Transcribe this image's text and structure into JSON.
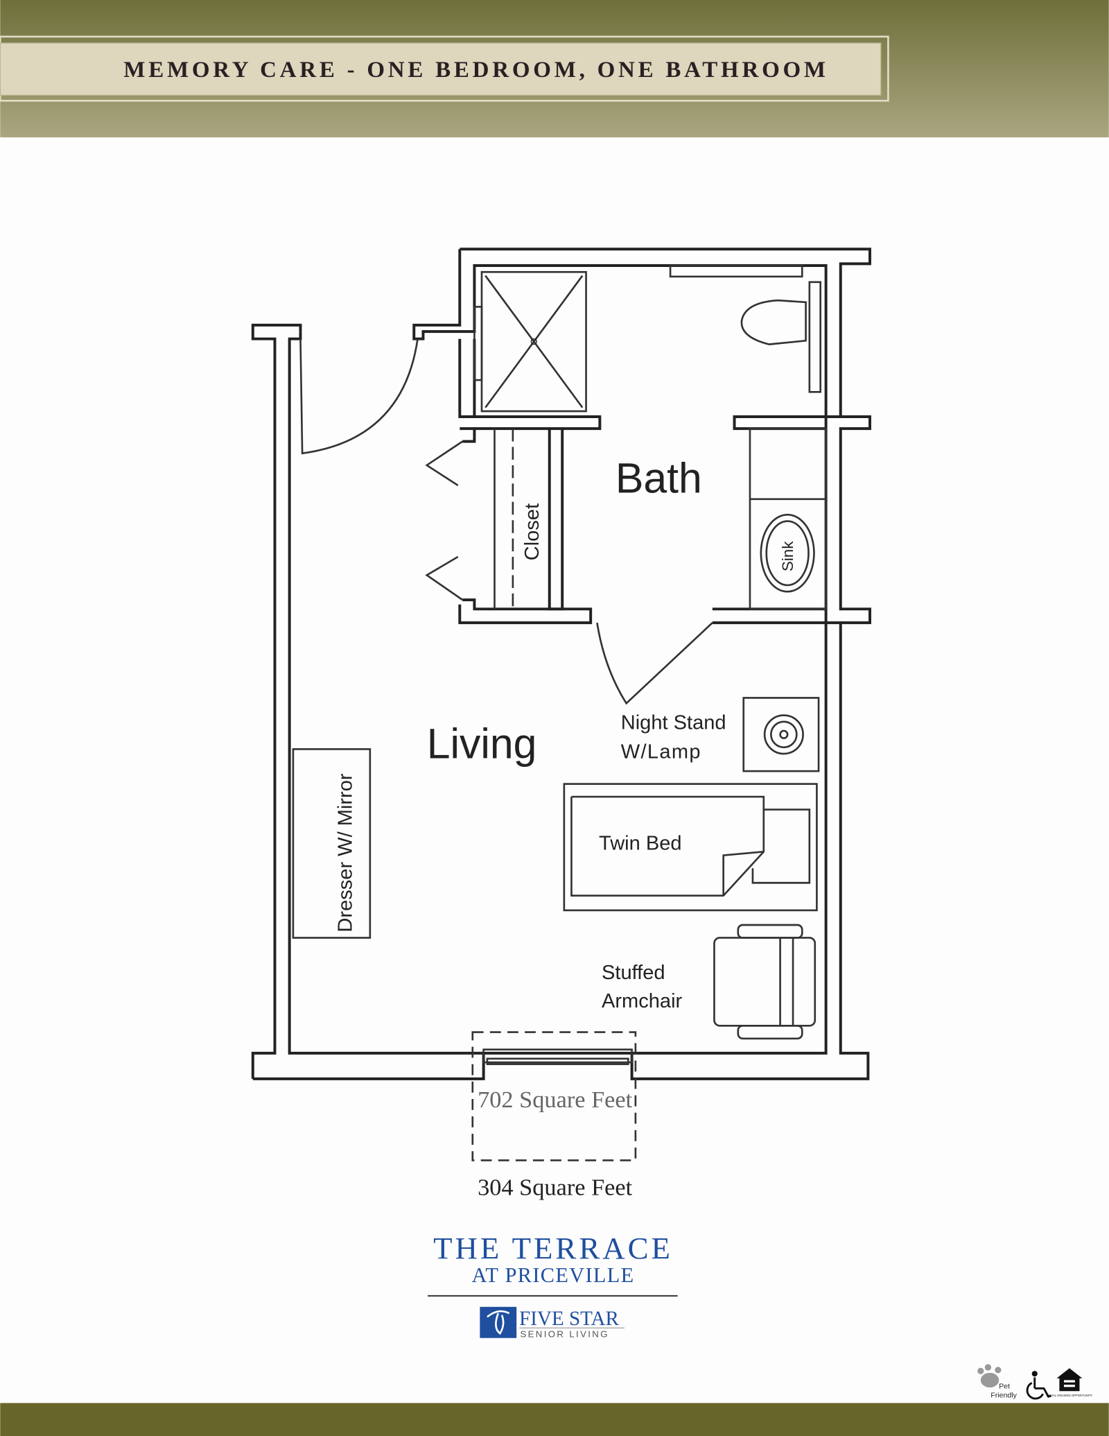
{
  "header": {
    "title": "MEMORY CARE - ONE BEDROOM, ONE BATHROOM",
    "band_color_top": "#6e6f3a",
    "band_color_bottom": "#a9a57e",
    "plate_color": "#ded6bd"
  },
  "floorplan": {
    "rooms": {
      "bath": "Bath",
      "closet": "Closet",
      "living": "Living"
    },
    "fixtures": {
      "sink": "Sink",
      "night_stand_line1": "Night Stand",
      "night_stand_line2": "W/Lamp",
      "twin_bed": "Twin Bed",
      "dresser": "Dresser W/ Mirror",
      "armchair_line1": "Stuffed",
      "armchair_line2": "Armchair"
    },
    "overlay_area": "702 Square Feet",
    "area": "304 Square Feet"
  },
  "branding": {
    "community_name": "THE TERRACE",
    "community_location": "AT PRICEVILLE",
    "company_line1": "FIVE STAR",
    "company_line2": "SENIOR LIVING",
    "brand_color": "#1f4f9e"
  },
  "badges": {
    "pet_line1": "Pet",
    "pet_line2": "Friendly",
    "accessible_icon": "wheelchair-icon",
    "equal_housing": "EQUAL HOUSING OPPORTUNITY"
  },
  "footer": {
    "bar_color": "#676529"
  }
}
